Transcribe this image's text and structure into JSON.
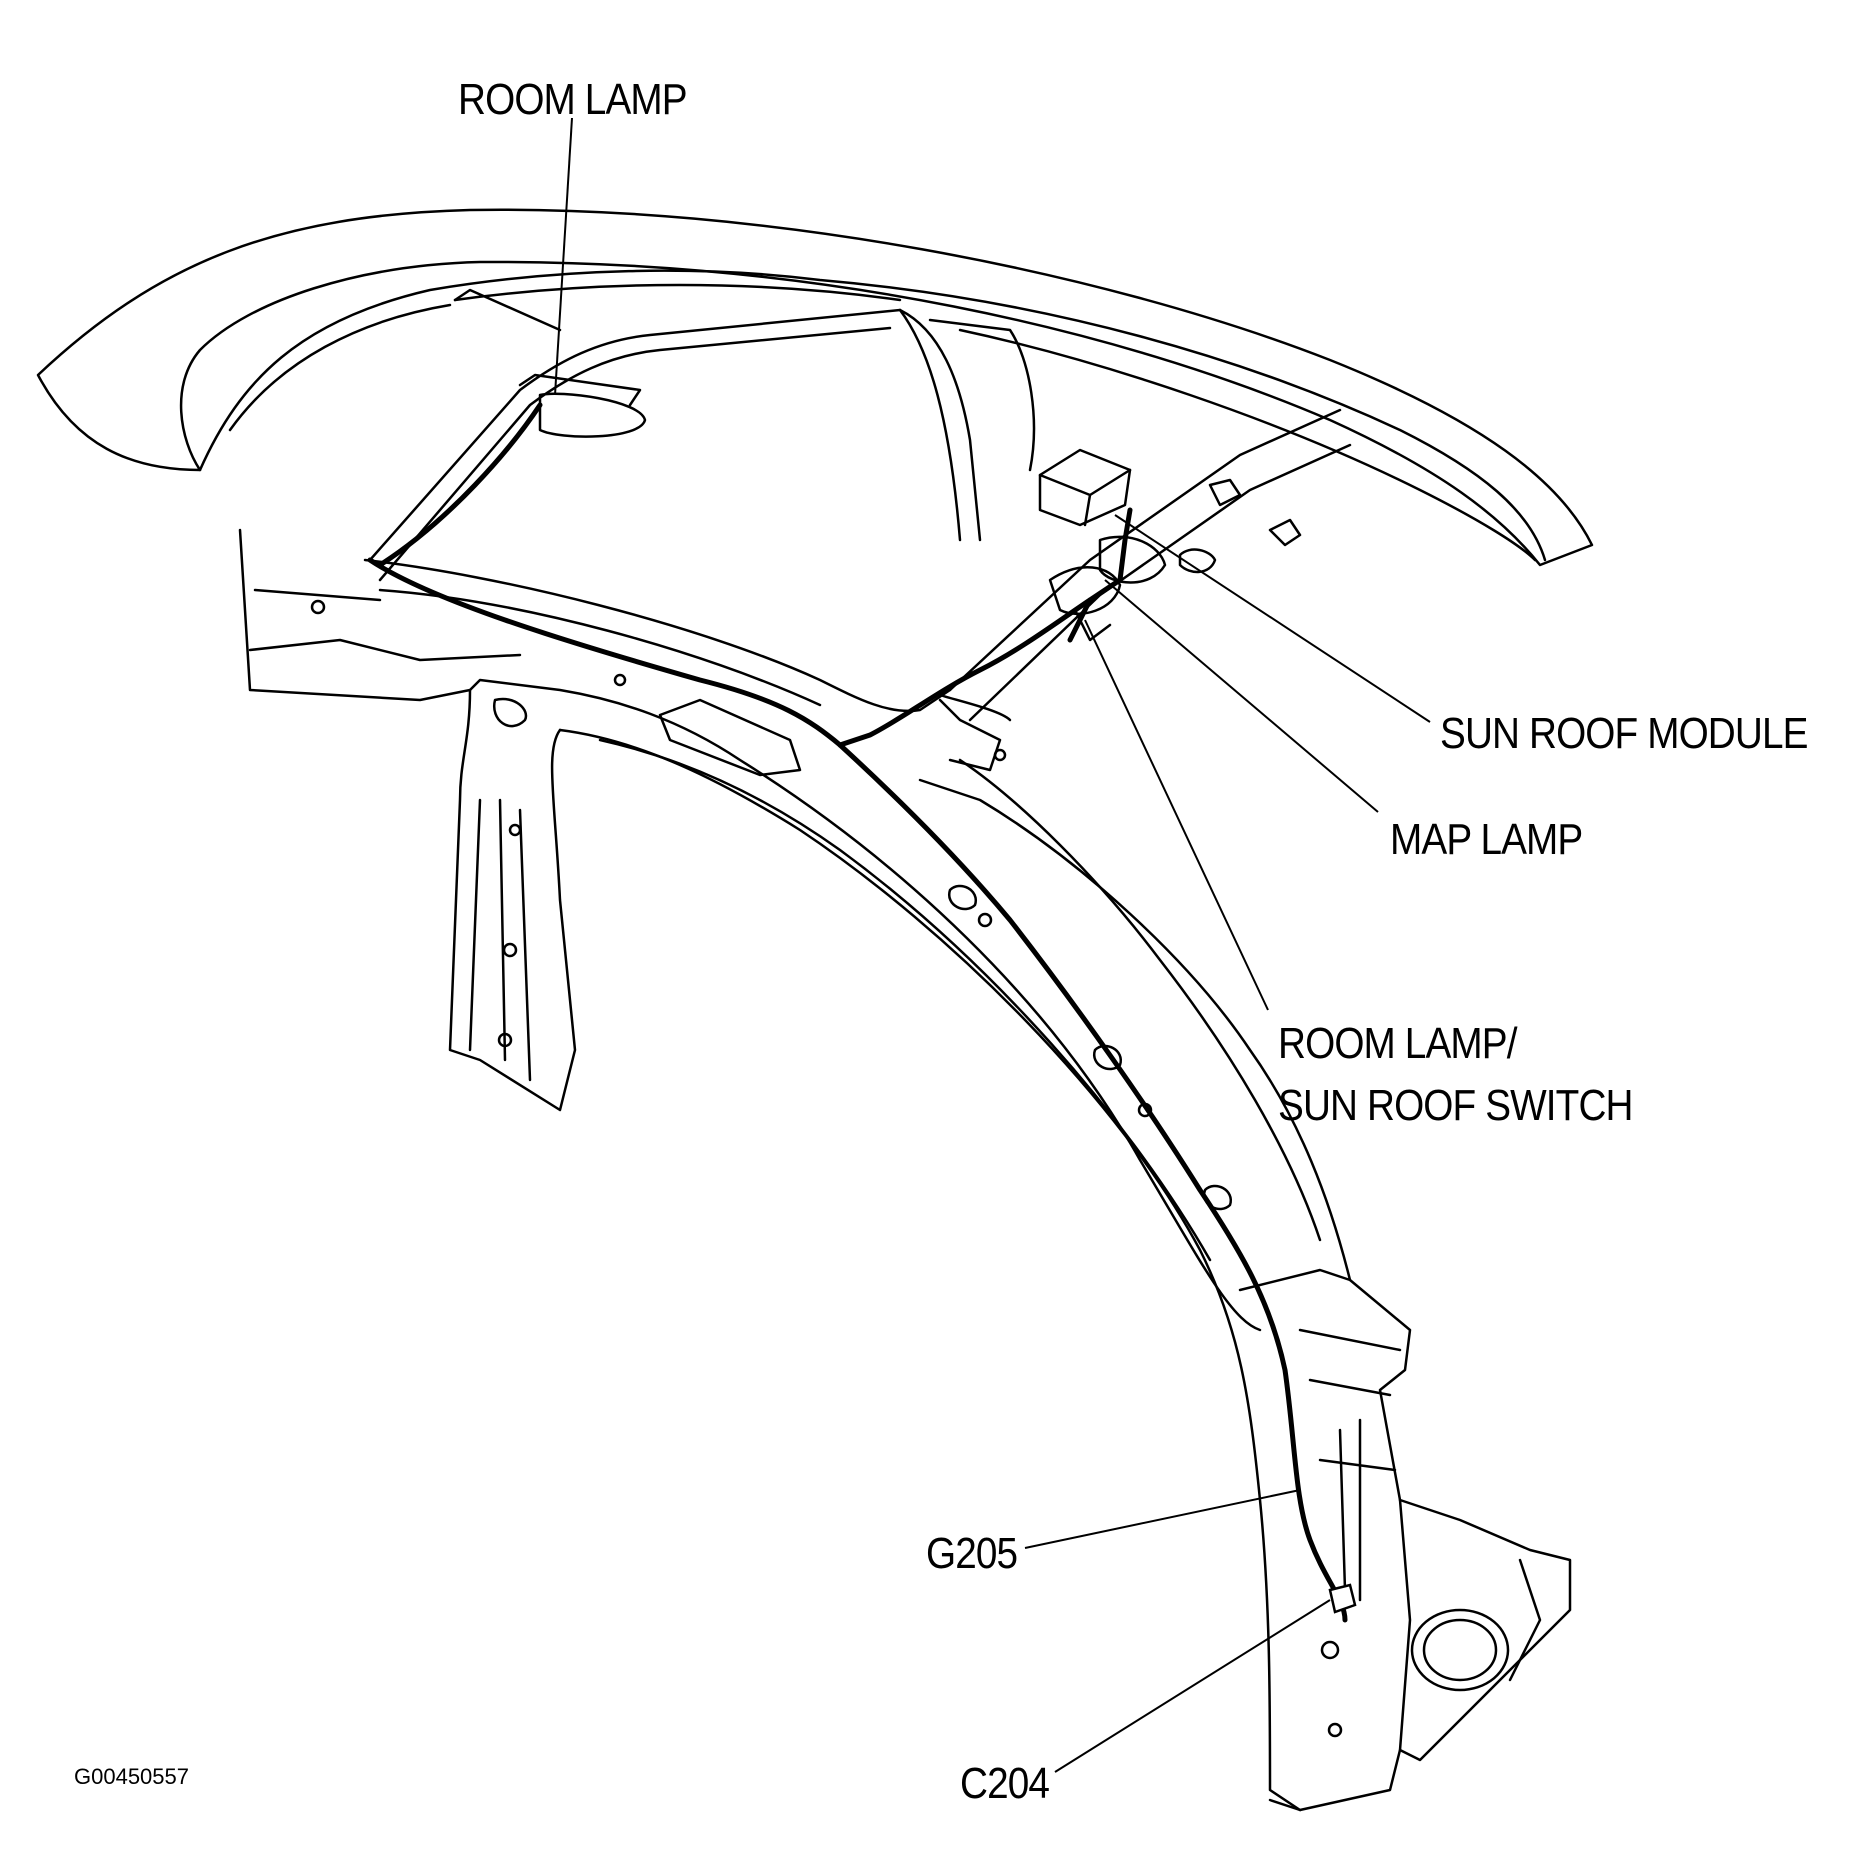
{
  "figure": {
    "id_text": "G00450557"
  },
  "callouts": {
    "room_lamp": "ROOM LAMP",
    "sun_roof_module": "SUN ROOF  MODULE",
    "map_lamp": "MAP LAMP",
    "room_lamp_switch_line1": "ROOM LAMP/",
    "room_lamp_switch_line2": "SUN ROOF SWITCH",
    "g205": "G205",
    "c204": "C204"
  },
  "colors": {
    "ink": "#000000",
    "background": "#ffffff"
  }
}
